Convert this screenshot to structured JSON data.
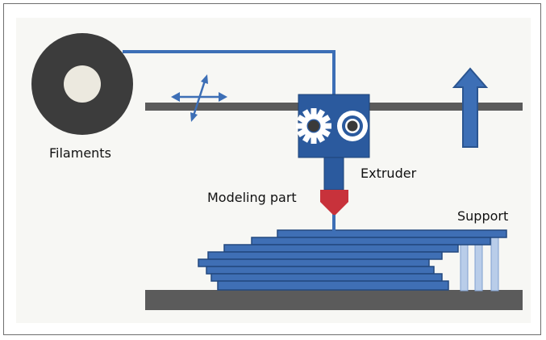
{
  "labels": {
    "filaments": "Filaments",
    "extruder": "Extruder",
    "modeling_part": "Modeling part",
    "support": "Support"
  },
  "colors": {
    "canvas_bg": "#f7f7f4",
    "filament_line": "#3d6fb6",
    "rail": "#5b5b5b",
    "spool_outer": "#3c3c3c",
    "spool_hub": "#ece9df",
    "extruder_body": "#2b5a9e",
    "nozzle": "#c8323b",
    "layer_fill": "#3f6fb5",
    "layer_stroke": "#23497f",
    "support_column": "#b9cde9",
    "arrow_fill": "#3d6fb6"
  },
  "icons": [
    "move-xy-icon",
    "up-arrow-icon",
    "gear-icon",
    "drive-wheel-icon"
  ]
}
